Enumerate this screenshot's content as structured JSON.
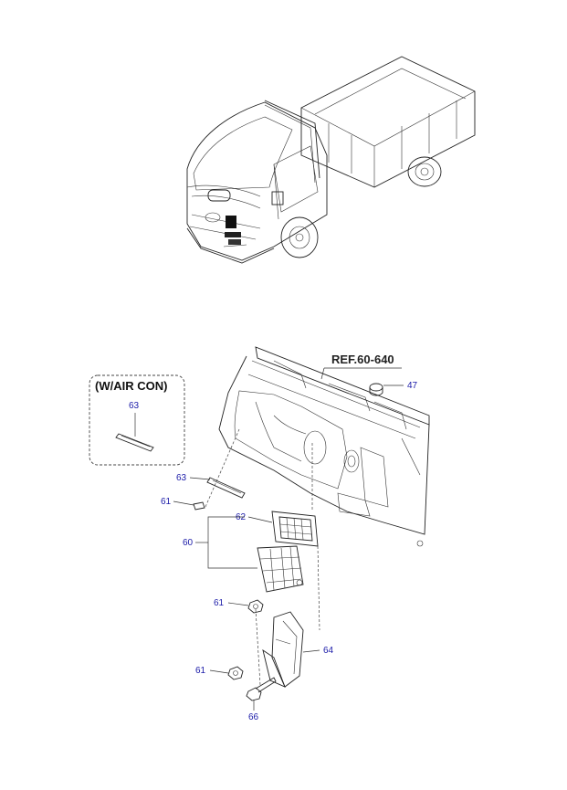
{
  "note_box": {
    "label": "(W/AIR CON)"
  },
  "reference": {
    "label": "REF.60-640"
  },
  "callouts": {
    "c47": "47",
    "c60": "60",
    "c61a": "61",
    "c61b": "61",
    "c61c": "61",
    "c62": "62",
    "c63a": "63",
    "c63b": "63",
    "c64": "64",
    "c66": "66"
  }
}
